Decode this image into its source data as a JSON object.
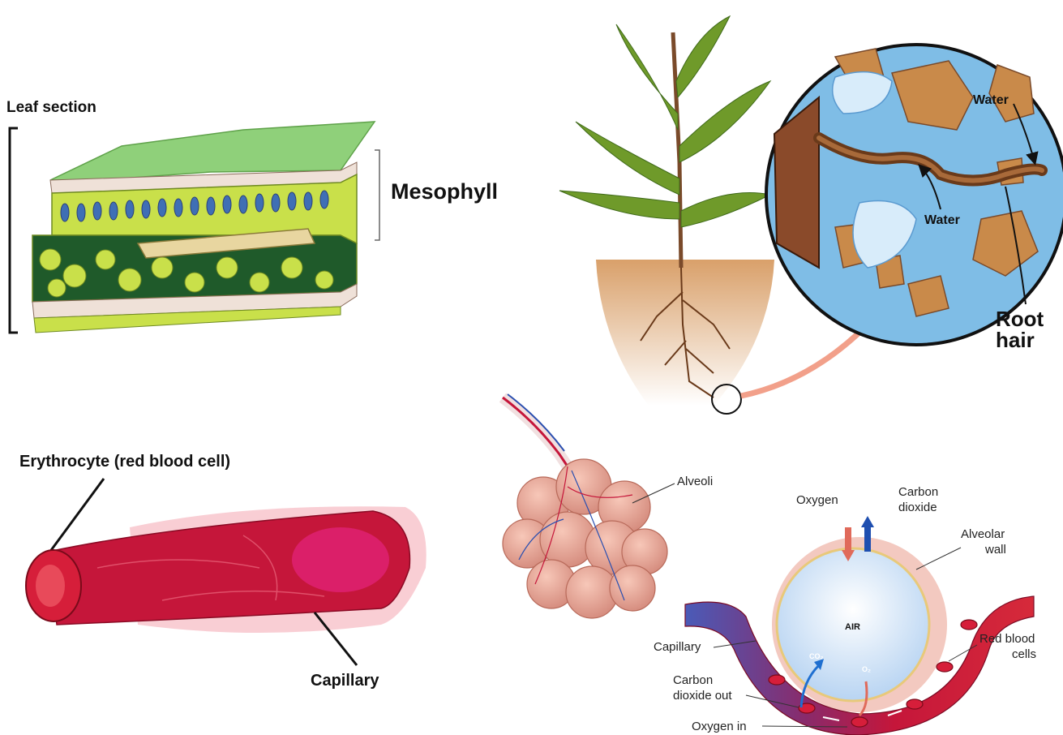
{
  "leaf": {
    "title": "Leaf section",
    "mesophyll_label": "Mesophyll"
  },
  "root": {
    "water_label_1": "Water",
    "water_label_2": "Water",
    "root_hair_label": "Root\nhair"
  },
  "capillary_panel": {
    "erythrocyte_label": "Erythrocyte (red blood cell)",
    "capillary_label": "Capillary"
  },
  "alveoli_panel": {
    "alveoli_label": "Alveoli",
    "oxygen_label": "Oxygen",
    "carbon_dioxide_label": "Carbon\ndioxide",
    "alveolar_wall_label": "Alveolar\nwall",
    "air_label": "AIR",
    "capillary_label": "Capillary",
    "red_blood_cells_label": "Red blood\ncells",
    "co2_out_label": "Carbon\ndioxide out",
    "oxygen_in_label": "Oxygen in",
    "co2_symbol": "CO₂",
    "o2_symbol": "O₂"
  },
  "colors": {
    "leaf_green": "#8fd07a",
    "cell_yellow": "#c9e04a",
    "soil_blue": "#7fbde6",
    "soil_brown": "#c98a4a",
    "blood_red": "#c5163a",
    "alveolus_pink": "#e9a79a",
    "oxygen_arrow": "#e06a5a",
    "co2_arrow": "#1f4fb0"
  }
}
